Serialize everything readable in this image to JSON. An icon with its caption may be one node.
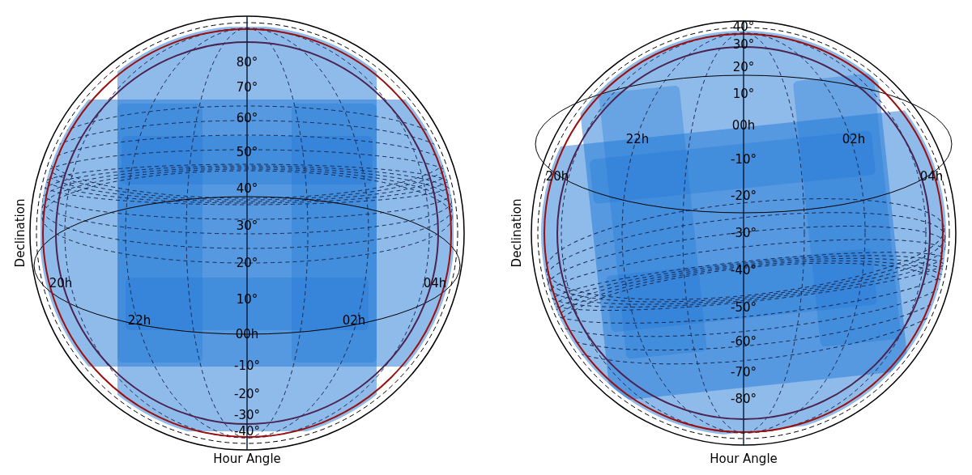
{
  "diagram": {
    "labels": [
      "80°",
      "70°",
      "60°",
      "50°",
      "40°",
      "30°",
      "20°",
      "10°",
      "00h",
      "-10°",
      "-20°",
      "-30°",
      "-40°",
      "20h",
      "22h",
      "02h",
      "04h",
      "Declination",
      "Hour Angle",
      "40°",
      "30°",
      "20°",
      "10°",
      "00h",
      "-10°",
      "-20°",
      "-30°",
      "-40°",
      "-50°",
      "-60°",
      "-70°",
      "-80°",
      "22h",
      "02h",
      "20h",
      "04h",
      "Declination",
      "Hour Angle"
    ]
  }
}
